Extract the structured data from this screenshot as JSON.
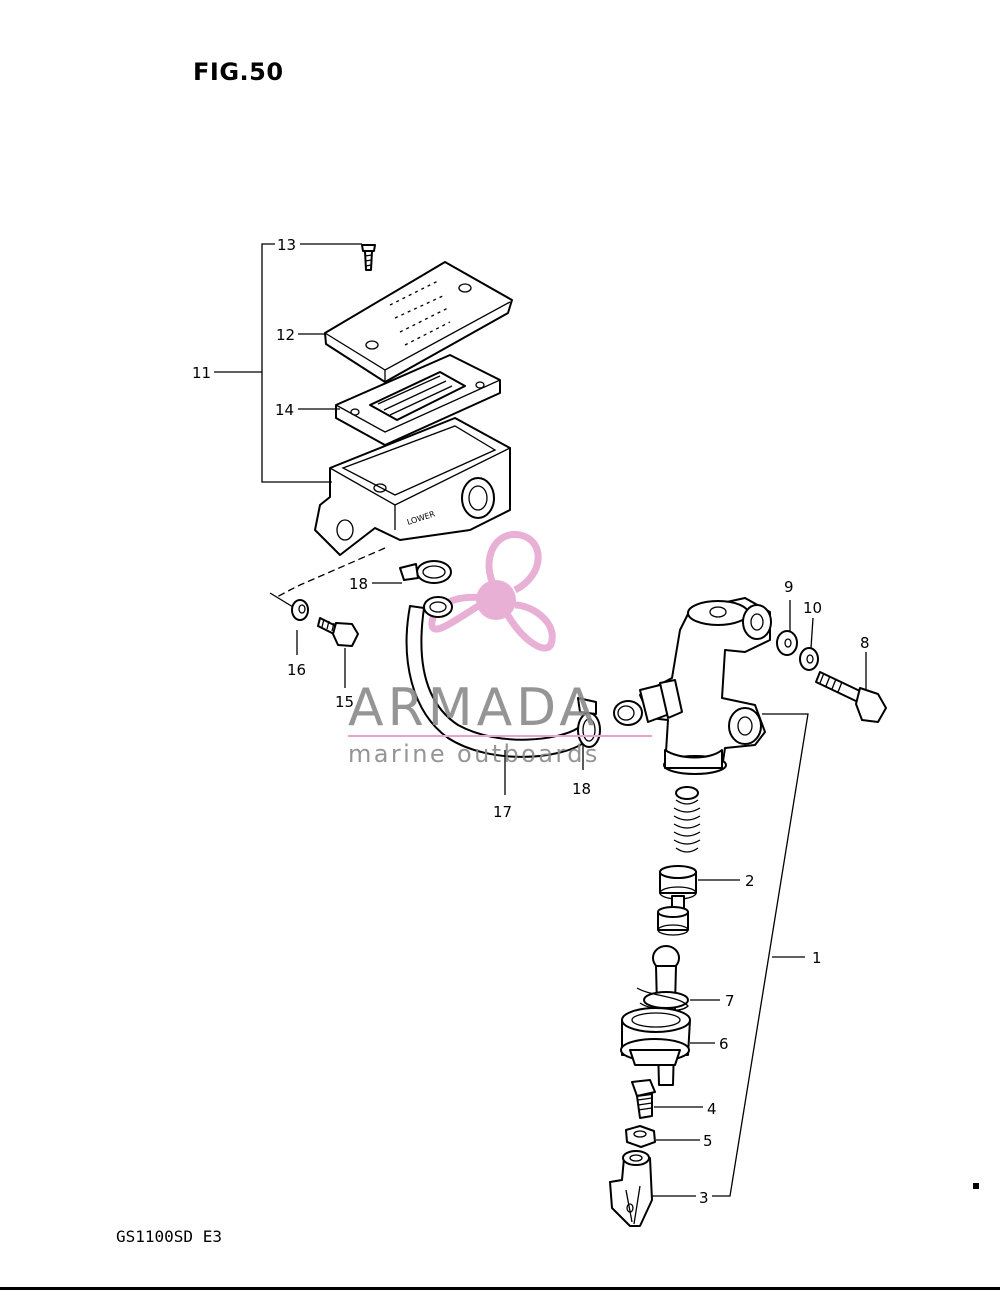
{
  "figure": {
    "title": "FIG.50",
    "model": "GS1100SD E3"
  },
  "callouts": [
    "1",
    "2",
    "3",
    "4",
    "5",
    "6",
    "7",
    "8",
    "9",
    "10",
    "11",
    "12",
    "13",
    "14",
    "15",
    "16",
    "17",
    "18",
    "18"
  ],
  "watermark": {
    "brand": "ARMADA",
    "tagline": "marine outboards",
    "accent_color": "#e6a3cf",
    "gray": "#8a8a8a"
  },
  "lower_mark": "LOWER"
}
